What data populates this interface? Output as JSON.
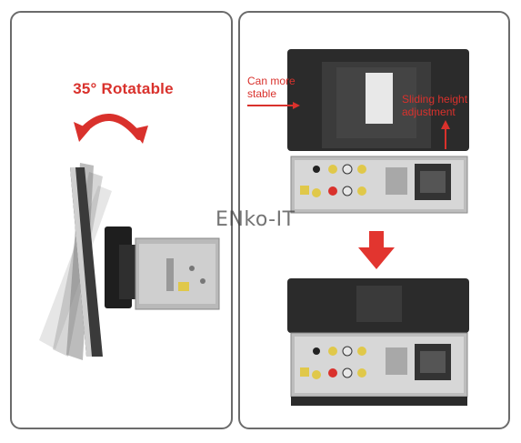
{
  "left": {
    "title": "35° Rotatable"
  },
  "right": {
    "annotation_stable": "Can more stable",
    "annotation_sliding": "Sliding height adjustment"
  },
  "watermark": "ENko-IT",
  "colors": {
    "accent_red": "#d9312c",
    "frame_gray": "#6b6b6b",
    "device_dark": "#2b2b2b"
  },
  "icons": [
    "curved-arrow-icon",
    "down-arrow-icon",
    "up-arrow-icon",
    "left-arrow-icon"
  ]
}
